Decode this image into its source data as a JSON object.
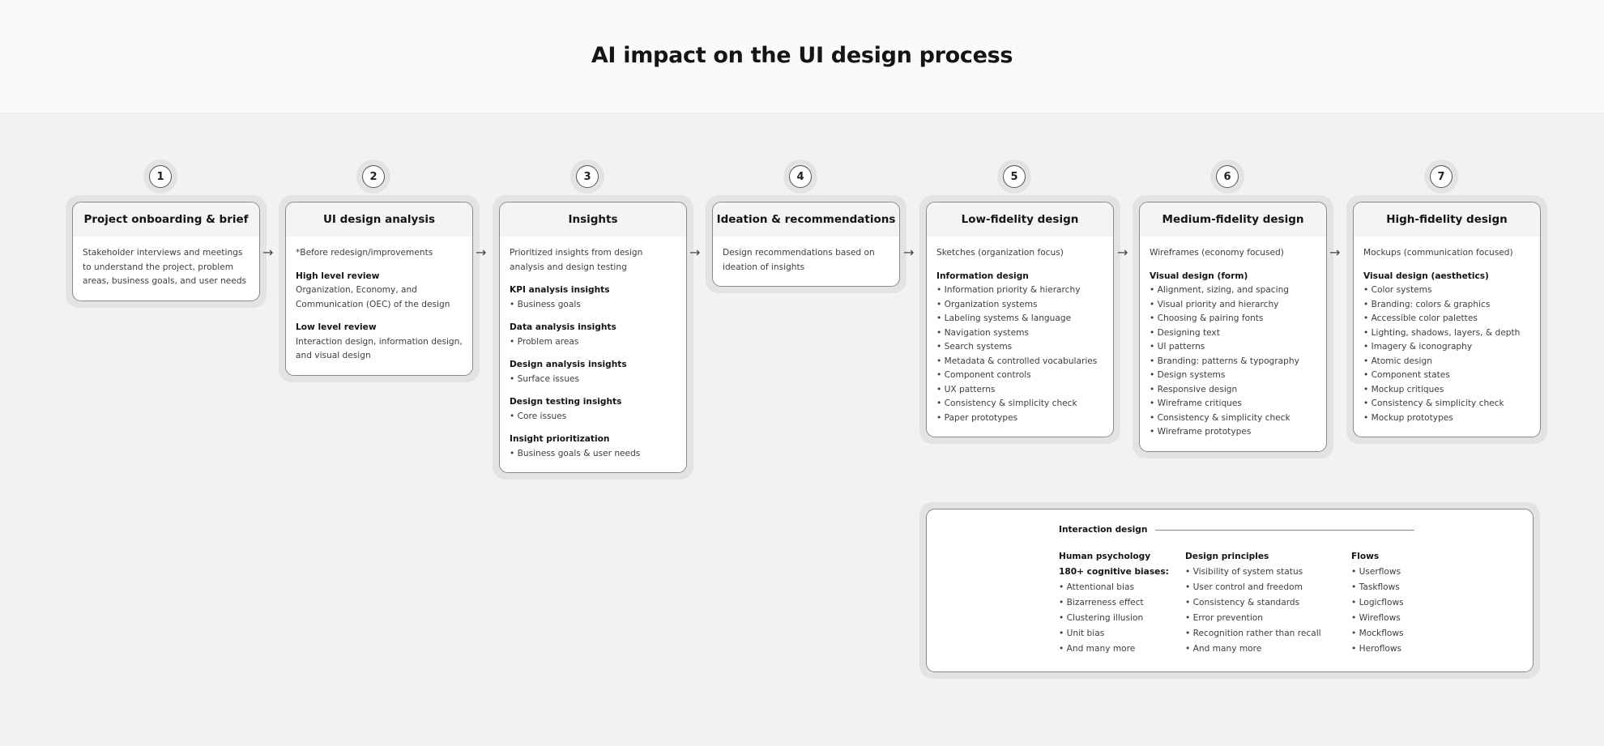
{
  "title": "AI impact on the UI design process",
  "steps": [
    {
      "number": "1",
      "title": "Project onboarding & brief",
      "intro": "Stakeholder interviews and meetings to understand the project, problem areas, business goals, and user needs",
      "sections": []
    },
    {
      "number": "2",
      "title": "UI design analysis",
      "intro": "*Before redesign/improvements",
      "sections": [
        {
          "heading": "High level review",
          "text": "Organization, Economy, and Communication (OEC) of the design",
          "bullets": []
        },
        {
          "heading": "Low level review",
          "text": "Interaction design, information design, and visual design",
          "bullets": []
        }
      ]
    },
    {
      "number": "3",
      "title": "Insights",
      "intro": "Prioritized insights from design analysis and design testing",
      "sections": [
        {
          "heading": "KPI analysis insights",
          "text": "",
          "bullets": [
            "• Business goals"
          ]
        },
        {
          "heading": "Data analysis insights",
          "text": "",
          "bullets": [
            "• Problem areas"
          ]
        },
        {
          "heading": "Design analysis insights",
          "text": "",
          "bullets": [
            "• Surface issues"
          ]
        },
        {
          "heading": "Design testing insights",
          "text": "",
          "bullets": [
            "• Core issues"
          ]
        },
        {
          "heading": "Insight prioritization",
          "text": "",
          "bullets": [
            "• Business goals & user needs"
          ]
        }
      ]
    },
    {
      "number": "4",
      "title": "Ideation & recommendations",
      "intro": "Design recommendations based on ideation of insights",
      "sections": []
    },
    {
      "number": "5",
      "title": "Low-fidelity design",
      "intro": "Sketches (organization focus)",
      "sections": [
        {
          "heading": "Information design",
          "text": "",
          "bullets": [
            "• Information priority & hierarchy",
            "• Organization systems",
            "• Labeling systems & language",
            "• Navigation systems",
            "• Search systems",
            "• Metadata & controlled vocabularies",
            "• Component controls",
            "• UX patterns",
            "• Consistency & simplicity check",
            "• Paper prototypes"
          ]
        }
      ]
    },
    {
      "number": "6",
      "title": "Medium-fidelity design",
      "intro": "Wireframes (economy focused)",
      "sections": [
        {
          "heading": "Visual design (form)",
          "text": "",
          "bullets": [
            "• Alignment, sizing, and spacing",
            "• Visual priority and hierarchy",
            "• Choosing & pairing fonts",
            "• Designing text",
            "• UI patterns",
            "• Branding: patterns & typography",
            "• Design systems",
            "• Responsive design",
            "• Wireframe critiques",
            "• Consistency & simplicity check",
            "• Wireframe prototypes"
          ]
        }
      ]
    },
    {
      "number": "7",
      "title": "High-fidelity design",
      "intro": "Mockups (communication focused)",
      "sections": [
        {
          "heading": "Visual design (aesthetics)",
          "text": "",
          "bullets": [
            "• Color systems",
            "• Branding: colors & graphics",
            "• Accessible color palettes",
            "• Lighting, shadows, layers, & depth",
            "• Imagery & iconography",
            "• Atomic design",
            "• Component states",
            "• Mockup critiques",
            "• Consistency & simplicity check",
            "• Mockup prototypes"
          ]
        }
      ]
    }
  ],
  "arrow_glyph": "→",
  "interaction": {
    "title": "Interaction design",
    "columns": [
      {
        "heading": "Human psychology",
        "subheading": "180+ cognitive biases:",
        "bullets": [
          "• Attentional bias",
          "• Bizarreness effect",
          "• Clustering illusion",
          "• Unit bias",
          "• And many more"
        ]
      },
      {
        "heading": "Design principles",
        "subheading": "",
        "bullets": [
          "• Visibility of system status",
          "• User control and freedom",
          "• Consistency & standards",
          "• Error prevention",
          "• Recognition rather than recall",
          "• And many more"
        ]
      },
      {
        "heading": "Flows",
        "subheading": "",
        "bullets": [
          "• Userflows",
          "• Taskflows",
          "• Logicflows",
          "• Wireflows",
          "• Mockflows",
          "• Heroflows"
        ]
      }
    ]
  }
}
